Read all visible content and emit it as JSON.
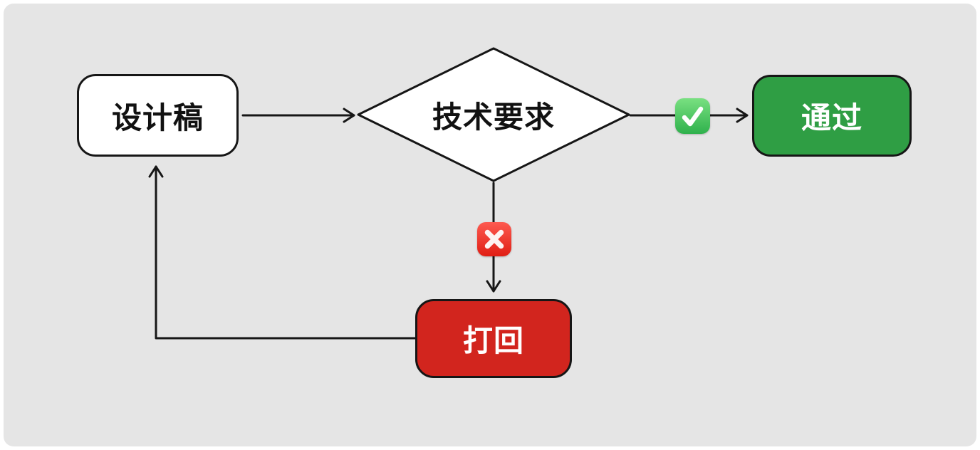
{
  "colors": {
    "canvas-bg": "#e5e5e5",
    "stroke": "#161616",
    "node-white-bg": "#ffffff",
    "pass-green": "#2f9e44",
    "reject-red": "#d2251e",
    "badge-check-top": "#79e081",
    "badge-check-bottom": "#2fb14c",
    "badge-cross-top": "#fd5a50",
    "badge-cross-bottom": "#e01e14"
  },
  "flowchart": {
    "nodes": {
      "design": {
        "label": "设计稿",
        "shape": "rounded-rect"
      },
      "decision": {
        "label": "技术要求",
        "shape": "diamond"
      },
      "pass": {
        "label": "通过",
        "shape": "rounded-rect"
      },
      "reject": {
        "label": "打回",
        "shape": "rounded-rect"
      }
    },
    "edges": [
      {
        "from": "design",
        "to": "decision",
        "badge": null
      },
      {
        "from": "decision",
        "to": "pass",
        "badge": "check-mark-button"
      },
      {
        "from": "decision",
        "to": "reject",
        "badge": "cross-mark-button"
      },
      {
        "from": "reject",
        "to": "design",
        "badge": null
      }
    ],
    "badges": {
      "check": {
        "icon": "check-mark-button",
        "glyph": "✓"
      },
      "cross": {
        "icon": "cross-mark-button",
        "glyph": "✕"
      }
    }
  }
}
